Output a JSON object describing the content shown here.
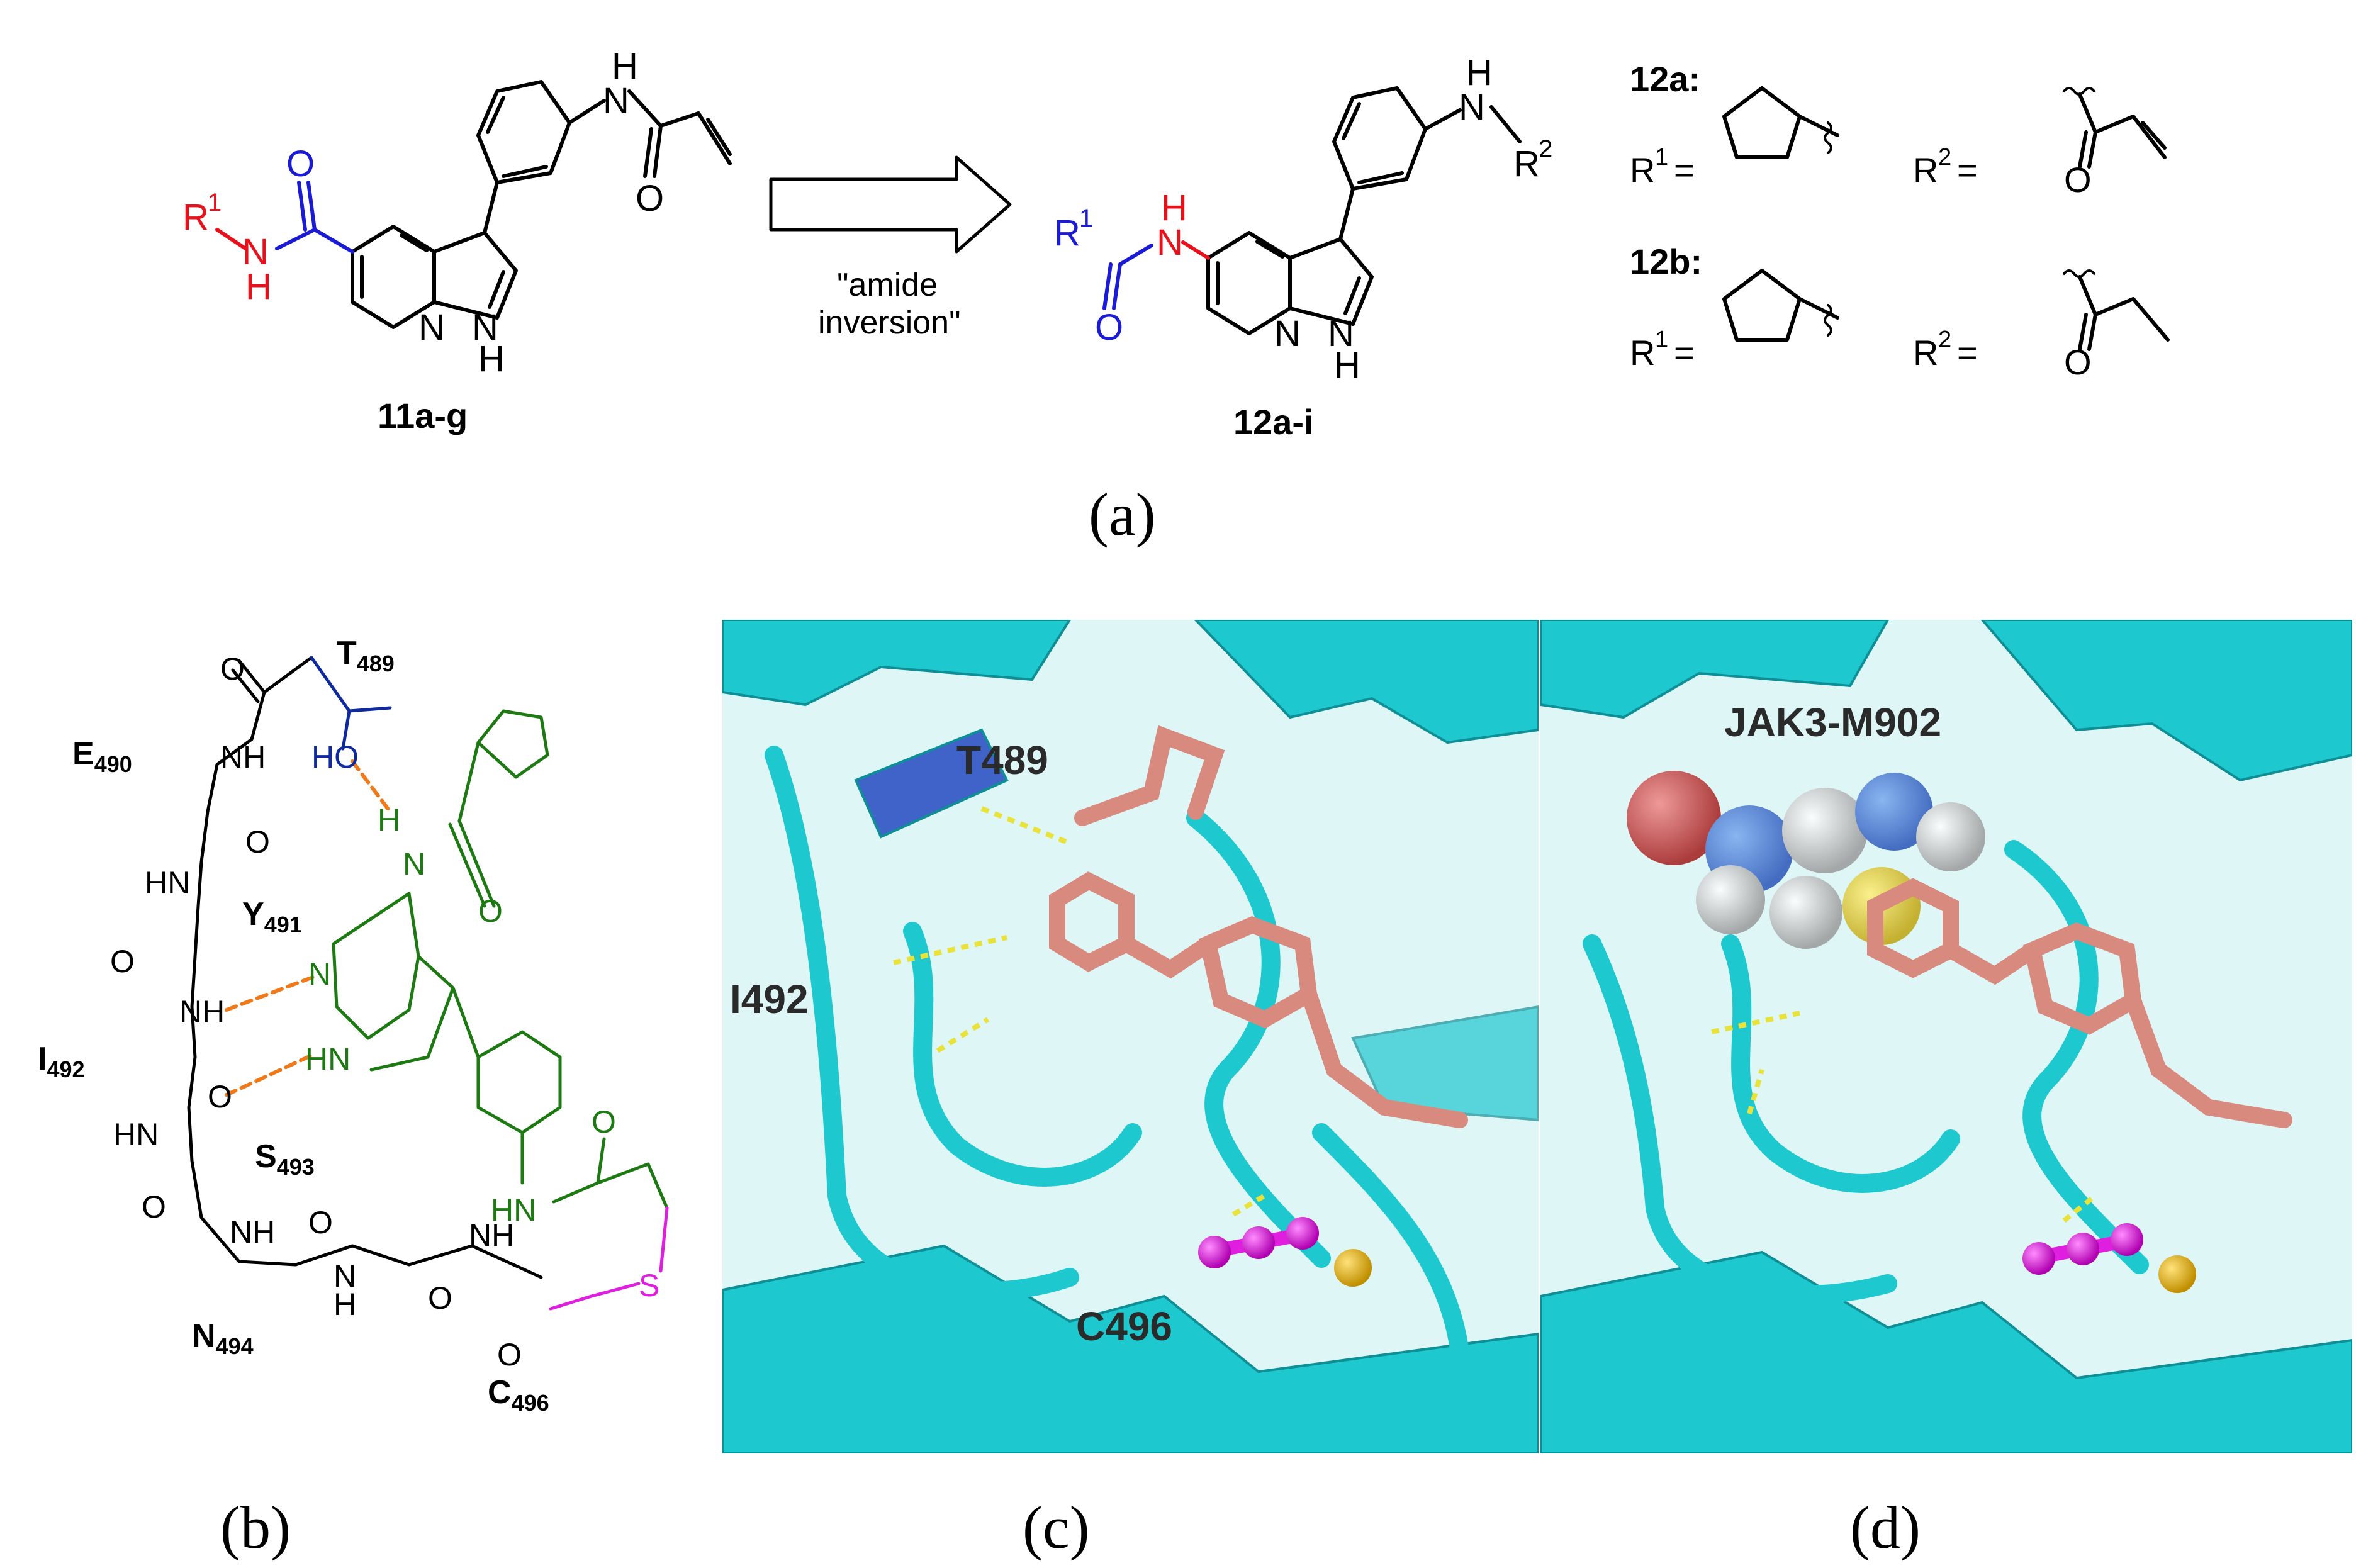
{
  "panel_a": {
    "caption": "(a)",
    "compound1": "11a-g",
    "compound2": "12a-i",
    "arrow_line1": "\"amide",
    "arrow_line2": "inversion\"",
    "r1": "R",
    "r1_sup": "1",
    "r2": "R",
    "r2_sup": "2",
    "atoms": {
      "N": "N",
      "H": "H",
      "O": "O"
    },
    "sub_12a": "12a:",
    "sub_12b": "12b:",
    "r1_eq": "R",
    "r1_eq_sup": "1",
    "r2_eq": "R",
    "r2_eq_sup": "2",
    "eq": "="
  },
  "panel_b": {
    "caption": "(b)",
    "residues": [
      {
        "letter": "T",
        "num": "489"
      },
      {
        "letter": "E",
        "num": "490"
      },
      {
        "letter": "Y",
        "num": "491"
      },
      {
        "letter": "I",
        "num": "492"
      },
      {
        "letter": "S",
        "num": "493"
      },
      {
        "letter": "N",
        "num": "494"
      },
      {
        "letter": "C",
        "num": "496"
      }
    ],
    "atoms": {
      "O": "O",
      "N": "N",
      "H": "H",
      "HO": "HO",
      "NH": "NH",
      "HN": "HN",
      "S": "S"
    }
  },
  "panel_c": {
    "caption": "(c)",
    "labels": [
      "T489",
      "I492",
      "C496"
    ]
  },
  "panel_d": {
    "caption": "(d)",
    "label": "JAK3-M902"
  },
  "colors": {
    "red": "#e8101a",
    "blue": "#1b1bd6",
    "navy": "#0f2a9e",
    "green": "#1d7a12",
    "magenta": "#e01ee0",
    "orange": "#f07a1a",
    "cyan": "#1ec8cf",
    "salmon": "#d98a7e",
    "dark": "#000000"
  }
}
